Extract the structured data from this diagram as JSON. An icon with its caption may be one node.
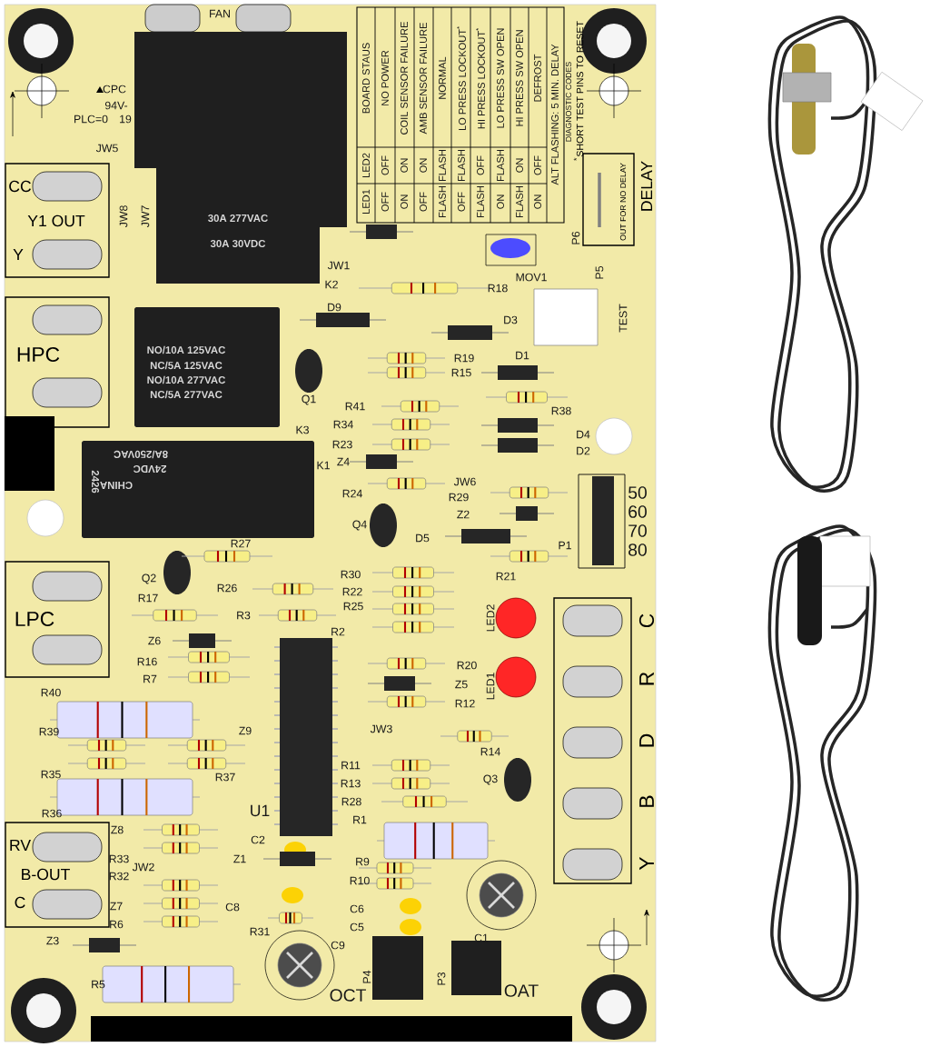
{
  "diagram": {
    "nodes": [
      {
        "text": [
          "CC",
          "Y1 OUT",
          "Y"
        ]
      },
      {
        "text": [
          "HPC"
        ]
      },
      {
        "text": [
          "LPC"
        ]
      },
      {
        "text": [
          "RV",
          "B-OUT",
          "C"
        ]
      },
      {
        "text": [
          "C",
          "R",
          "D",
          "B",
          "Y"
        ]
      },
      {
        "text": [
          "DELAY",
          "OUT FOR NO DELAY"
        ]
      }
    ],
    "labels": [
      "FAN",
      "CPC",
      "94V-",
      "PLC=0",
      "19",
      "JW5",
      "JW8",
      "JW7",
      "LED1",
      "LED2",
      "BOARD STAUS",
      "OFF",
      "OFF",
      "NO POWER",
      "ON",
      "ON",
      "COIL SENSOR FAILURE",
      "OFF",
      "ON",
      "AMB SENSOR FAILURE",
      "FLASH",
      "FLASH",
      "NORMAL",
      "OFF",
      "FLASH",
      "LO PRESS LOCKOUT$^{*}$",
      "FLASH",
      "OFF",
      "HI PRESS LOCKOUT$^{*}$",
      "ON",
      "FLASH",
      "LO PRESS SW OPEN",
      "FLASH",
      "ON",
      "HI PRESS SW OPEN",
      "ON",
      "OFF",
      "DEFROST",
      "ALT FLASHING: 5 MIN. DELAY",
      "DIAGNOSTIC CODES",
      "$^{*}$SHORT TEST PINS TO RESET",
      "P6",
      "30A 277VAC",
      "30A 30VDC",
      "JW1",
      "K2",
      "R18",
      "MOV1",
      "P5",
      "TEST",
      "D9",
      "D3",
      "NO/10A 125VAC",
      "NC/5A 125VAC",
      "NO/10A 277VAC",
      "NC/5A 277VAC",
      "Q1",
      "R19",
      "R15",
      "D1",
      "R41",
      "R38",
      "R34",
      "D4",
      "K3",
      "R23",
      "D2",
      "Z4",
      "K1",
      "8A/250VAC",
      "24VDC",
      "CHINA",
      "2426",
      "R24",
      "JW6",
      "R29",
      "50",
      "60",
      "Z2",
      "Q4",
      "70",
      "D5",
      "R27",
      "P1",
      "80",
      "R30",
      "R21",
      "Q2",
      "R26",
      "R22",
      "R17",
      "R25",
      "R3",
      "LED2",
      "R2",
      "Z6",
      "R16",
      "R20",
      "R7",
      "Z5",
      "LED1",
      "R40",
      "R12",
      "JW3",
      "R39",
      "Z9",
      "R14",
      "R11",
      "R35",
      "R37",
      "Q3",
      "R13",
      "R28",
      "U1",
      "R36",
      "R1",
      "Z8",
      "C2",
      "R33",
      "Z1",
      "R9",
      "JW2",
      "R32",
      "R10",
      "Z7",
      "C8",
      "C6",
      "R6",
      "C5",
      "R31",
      "C1",
      "C9",
      "Z3",
      "P4",
      "P3",
      "R5",
      "OAT",
      "OCT"
    ]
  }
}
